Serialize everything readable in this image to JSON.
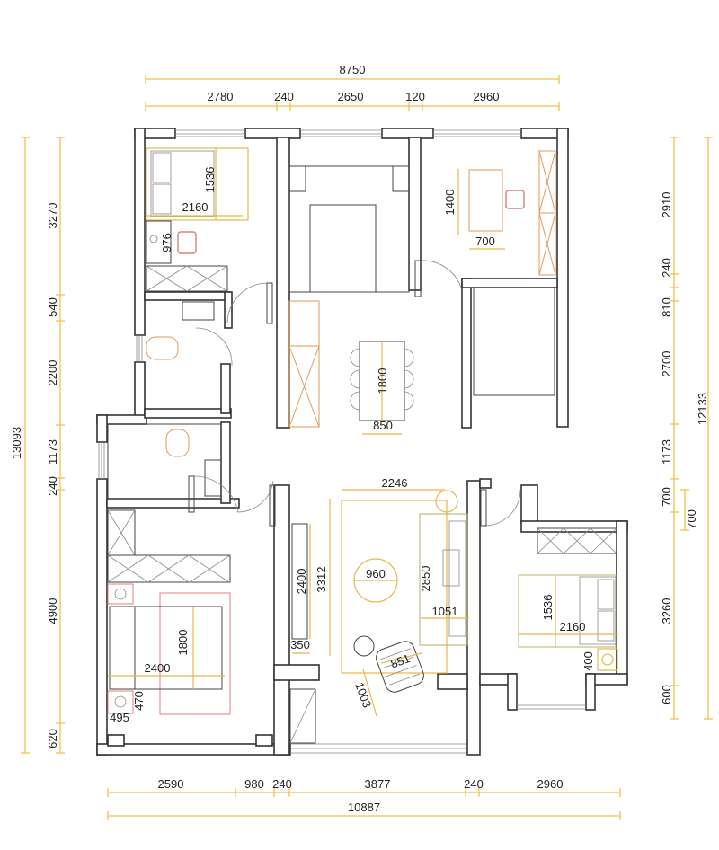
{
  "top_dims": {
    "overall": "8750",
    "segments": [
      "2780",
      "240",
      "2650",
      "120",
      "2960"
    ]
  },
  "bottom_dims": {
    "overall": "10887",
    "segments": [
      "2590",
      "980",
      "240",
      "3877",
      "240",
      "2960"
    ]
  },
  "left_dims": {
    "overall": "13093",
    "segments": [
      "3270",
      "540",
      "2200",
      "1173",
      "240",
      "4900",
      "620"
    ]
  },
  "right_dims": {
    "overall": "12133",
    "segments": [
      "2910",
      "240",
      "810",
      "2700",
      "1173",
      "700",
      "700",
      "3260",
      "600"
    ]
  },
  "furniture_dims": {
    "bed1_width": "2160",
    "bed1_length": "1536",
    "desk1": "976",
    "desk2_length": "1400",
    "desk2_width": "700",
    "dining_length": "1800",
    "dining_width": "850",
    "rug_width": "2246",
    "tv_wall": "2400",
    "living_depth": "3312",
    "coffee_table": "960",
    "sofa_length": "2850",
    "sofa_depth": "1051",
    "tv_cabinet": "350",
    "armchair": "851",
    "armchair_diag": "1003",
    "master_bed_width": "2400",
    "master_bed_length": "1800",
    "nightstand_w": "495",
    "nightstand_d": "470",
    "bed3_width": "2160",
    "bed3_length": "1536",
    "nightstand3": "400"
  },
  "colors": {
    "dimension": "#f5c04a",
    "wall": "#333333",
    "chair": "#d9827a"
  }
}
